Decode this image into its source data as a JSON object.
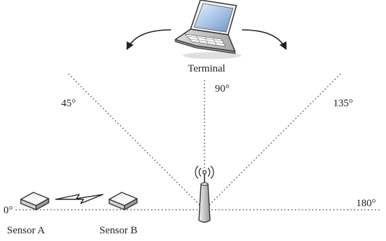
{
  "diagram": {
    "terminal_label": "Terminal",
    "angle_labels": {
      "deg0": "0°",
      "deg45": "45°",
      "deg90": "90°",
      "deg135": "135°",
      "deg180": "180°"
    },
    "sensor_a_label": "Sensor A",
    "sensor_b_label": "Sensor B"
  }
}
